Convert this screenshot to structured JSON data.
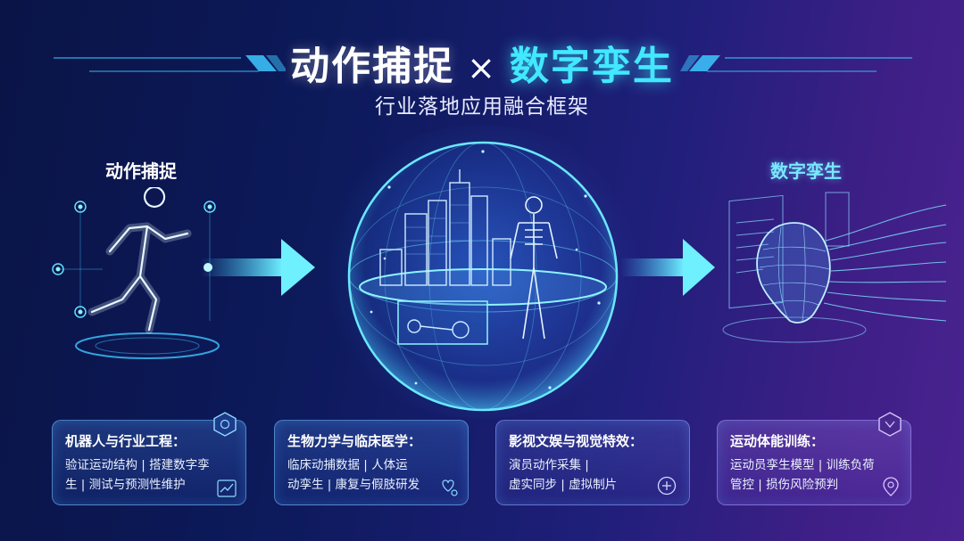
{
  "header": {
    "title_left": "动作捕捉",
    "title_x": "×",
    "title_right": "数字孪生",
    "subtitle": "行业落地应用融合框架"
  },
  "left_label": "动作捕捉",
  "right_label": "数字孪生",
  "colors": {
    "accent_cyan": "#42e8ff",
    "background_start": "#0a1446",
    "background_end": "#4a2390"
  },
  "cards": [
    {
      "title": "机器人与行业工程：",
      "lines": [
        "验证运动结构 | 搭建数字孪",
        "生 | 测试与预测性维护"
      ],
      "icon": "chart-icon"
    },
    {
      "title": "生物力学与临床医学：",
      "lines": [
        "临床动捕数据 | 人体运",
        "动孪生 | 康复与假肢研发"
      ],
      "icon": "medical-icon"
    },
    {
      "title": "影视文娱与视觉特效：",
      "lines": [
        "演员动作采集 |",
        "虚实同步 | 虚拟制片"
      ],
      "icon": "plus-circle-icon"
    },
    {
      "title": "运动体能训练：",
      "lines": [
        "运动员孪生模型 | 训练负荷",
        "管控 | 损伤风险预判"
      ],
      "icon": "location-icon"
    }
  ]
}
